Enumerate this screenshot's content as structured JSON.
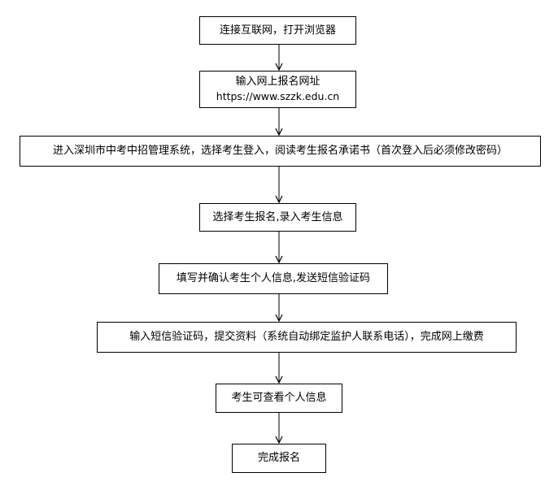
{
  "flowchart": {
    "steps": [
      {
        "label": "连接互联网，打开浏览器"
      },
      {
        "label": "输入网上报名网址",
        "sublabel": "https://www.szzk.edu.cn"
      },
      {
        "label": "进入深圳市中考中招管理系统，选择考生登入，阅读考生报名承诺书（首次登入后必须修改密码）"
      },
      {
        "label": "选择考生报名,录入考生信息"
      },
      {
        "label": "填写并确认考生个人信息,发送短信验证码"
      },
      {
        "label": "输入短信验证码，提交资料（系统自动绑定监护人联系电话），完成网上缴费"
      },
      {
        "label": "考生可查看个人信息"
      },
      {
        "label": "完成报名"
      }
    ],
    "connector": "arrow-down",
    "colors": {
      "stroke": "#000000",
      "fill": "#ffffff",
      "text": "#000000"
    }
  }
}
